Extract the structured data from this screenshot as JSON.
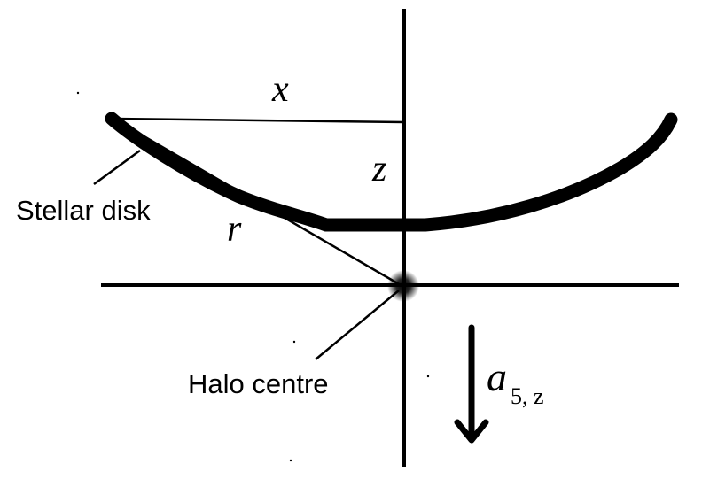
{
  "labels": {
    "x": "x",
    "z": "z",
    "r": "r",
    "stellar_disk": "Stellar disk",
    "halo_centre": "Halo centre",
    "acceleration_main": "a",
    "acceleration_subscript": "5, z"
  },
  "colors": {
    "ink": "#000000",
    "background": "#ffffff"
  }
}
